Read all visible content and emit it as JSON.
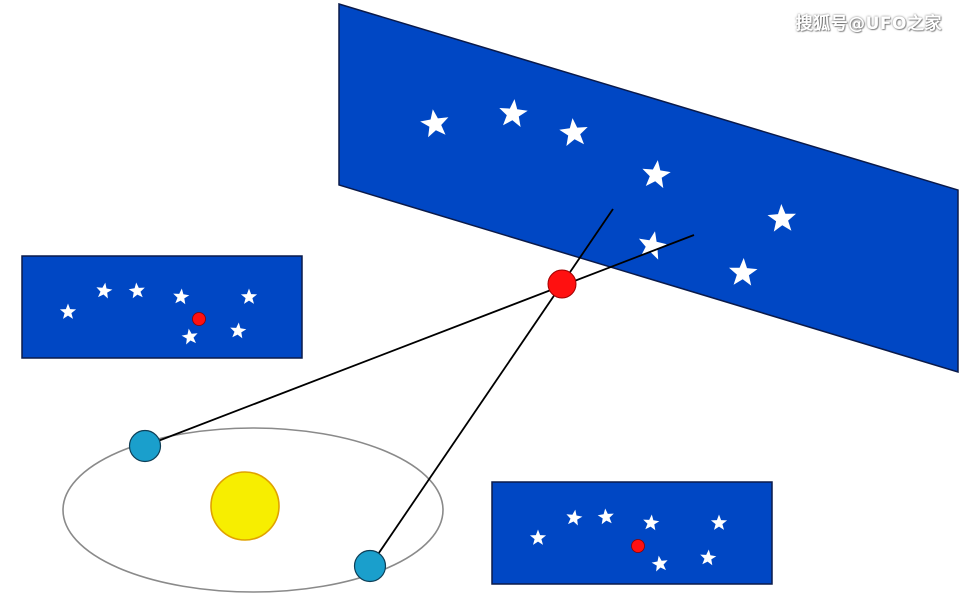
{
  "watermark": "搜狐号@UFO之家",
  "colors": {
    "sky": "#0047c4",
    "sky_border": "#0a1a4a",
    "star": "#ffffff",
    "target": "#ff1010",
    "earth": "#1a9fcc",
    "sun": "#f7ee00",
    "sun_border": "#e0a200",
    "orbit": "#8a8a8a",
    "sightline": "#000000"
  },
  "icons": {
    "star": "star-icon",
    "target": "nearby-star-dot",
    "earth": "earth-circle",
    "sun": "sun-circle"
  }
}
